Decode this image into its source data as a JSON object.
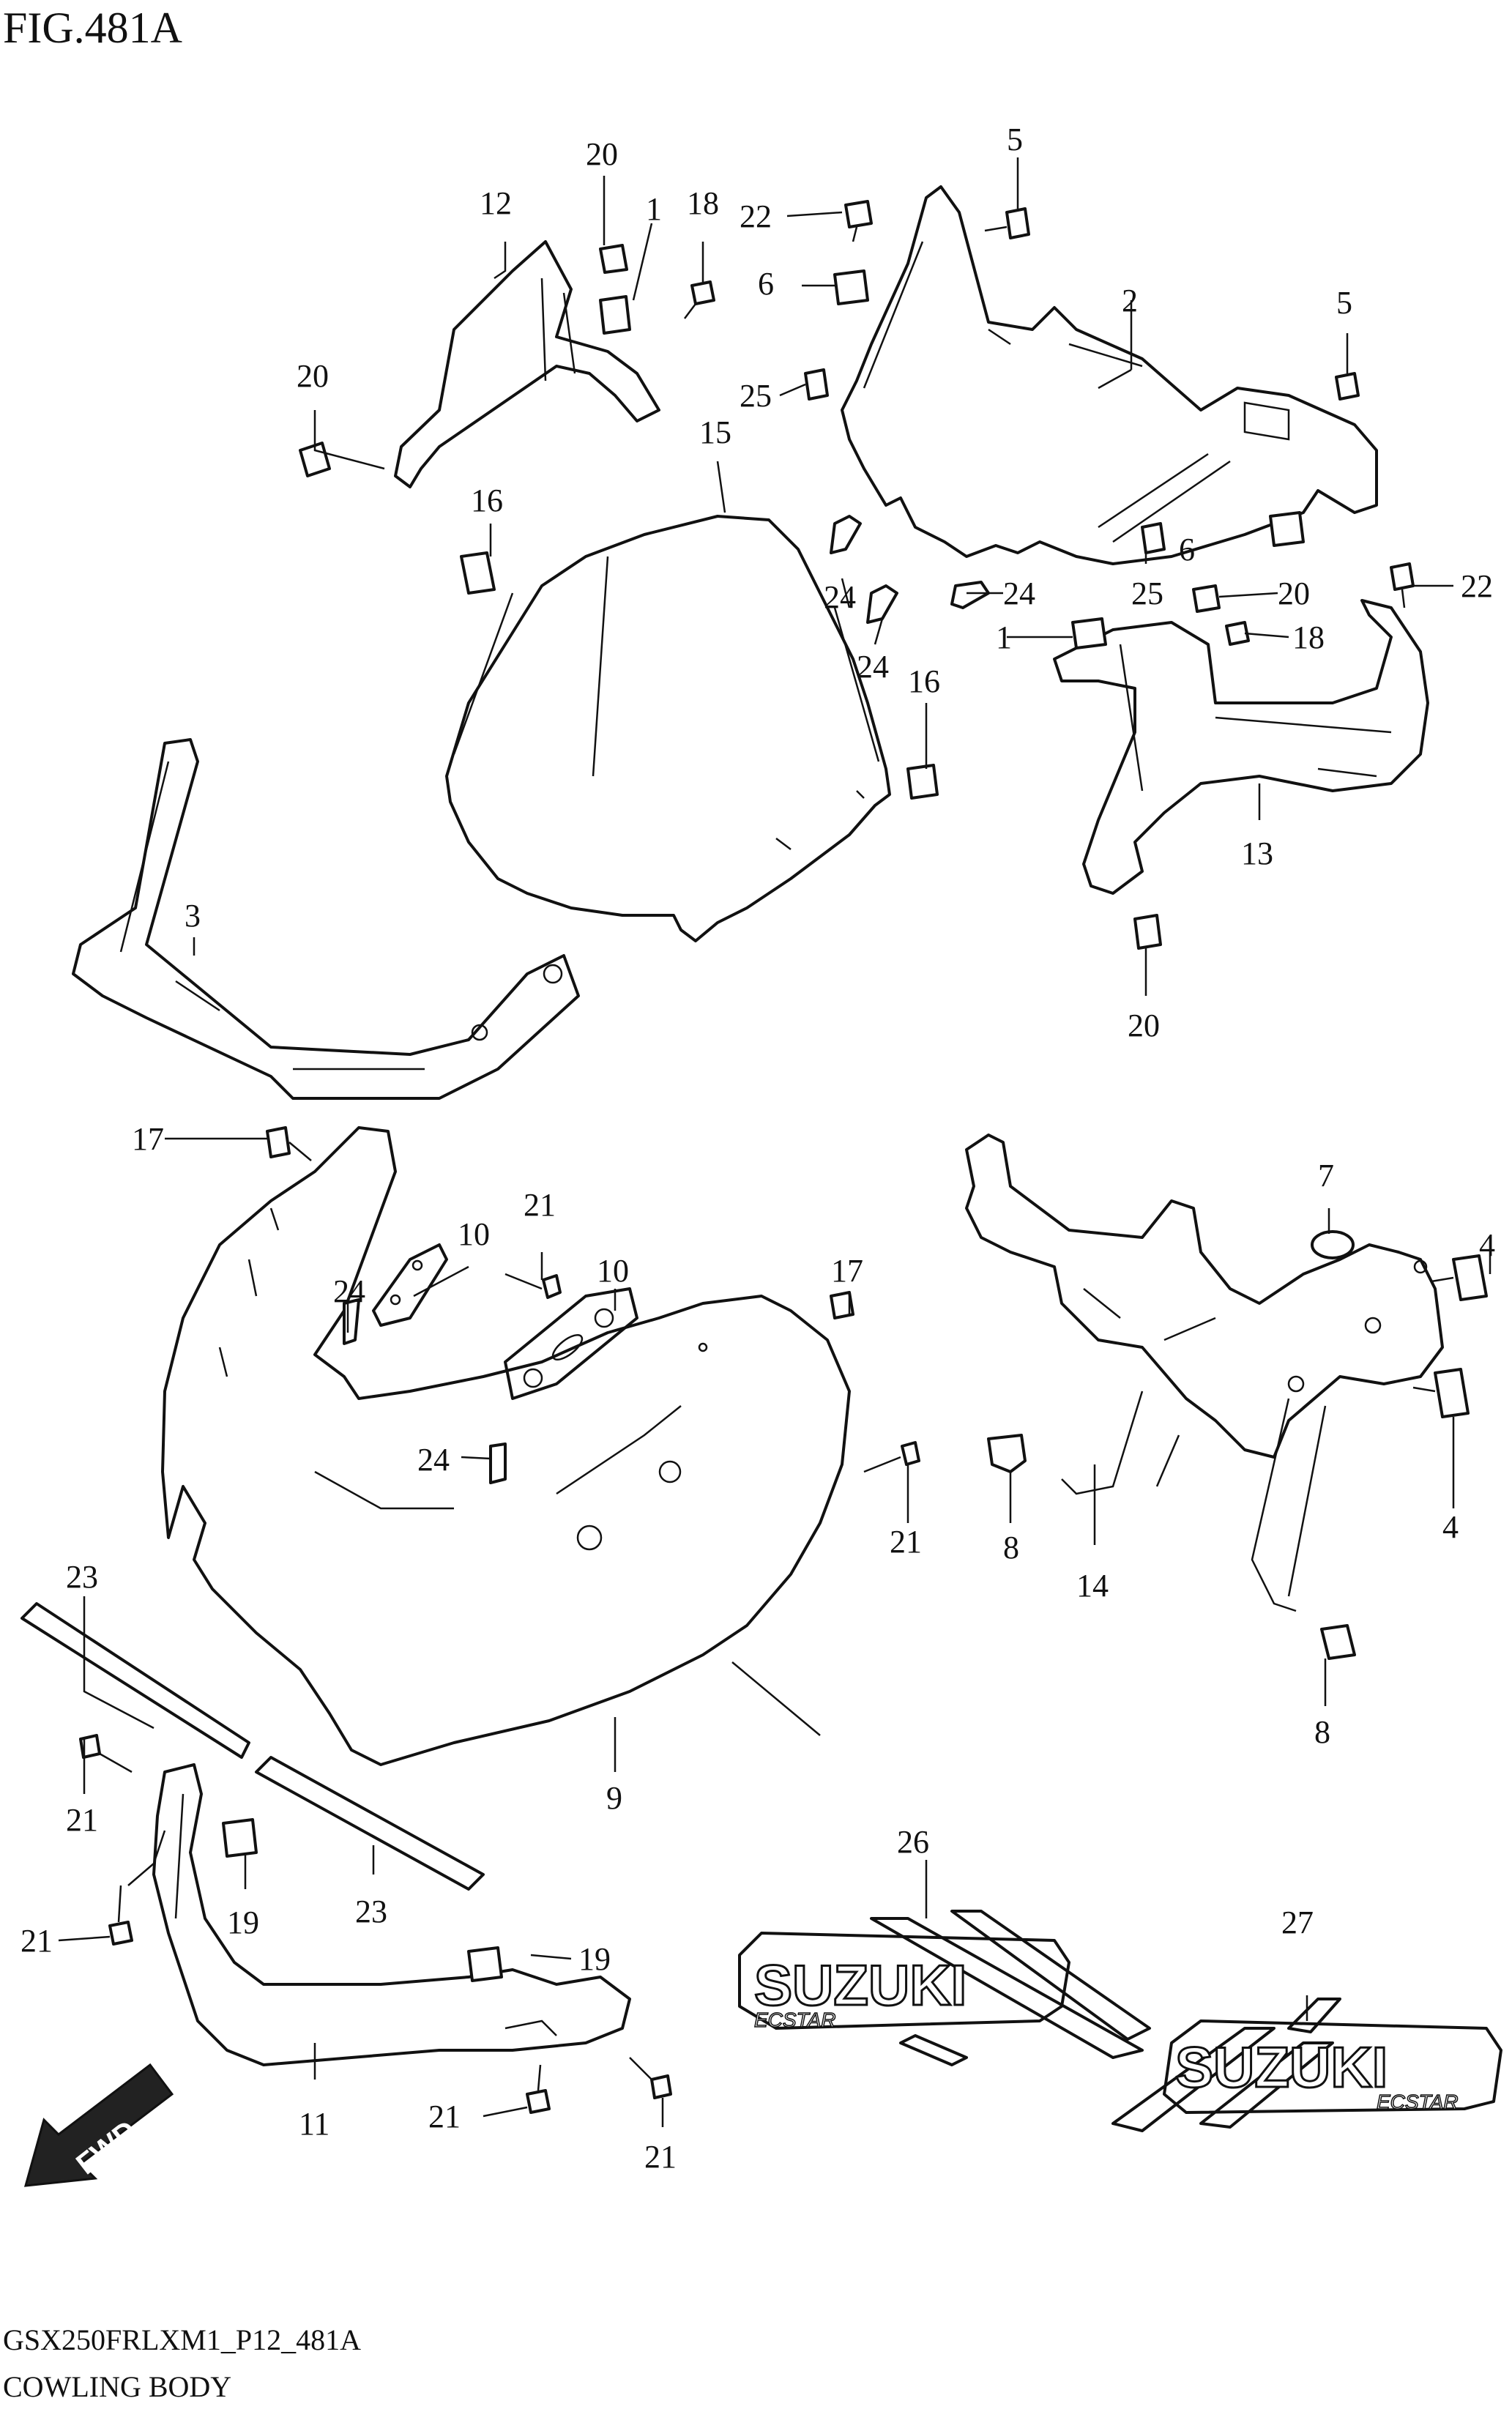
{
  "figure": {
    "title": "FIG.481A",
    "model_code": "GSX250FRLXM1_P12_481A",
    "section_name": "COWLING BODY"
  },
  "fwd_arrow": {
    "label": "FWD",
    "icon": "forward-direction-arrow-icon"
  },
  "decals": [
    {
      "ref": "26",
      "brand": "SUZUKI",
      "sub": "ECSTAR"
    },
    {
      "ref": "27",
      "brand": "SUZUKI",
      "sub": "ECSTAR"
    }
  ],
  "callouts": [
    "20",
    "12",
    "1",
    "18",
    "22",
    "5",
    "6",
    "2",
    "5",
    "20",
    "25",
    "15",
    "16",
    "24",
    "24",
    "25",
    "6",
    "20",
    "22",
    "1",
    "18",
    "24",
    "16",
    "13",
    "3",
    "20",
    "17",
    "21",
    "10",
    "10",
    "24",
    "7",
    "4",
    "17",
    "24",
    "21",
    "8",
    "14",
    "4",
    "23",
    "8",
    "9",
    "21",
    "23",
    "19",
    "21",
    "26",
    "27",
    "19",
    "11",
    "21",
    "21"
  ],
  "colors": {
    "ink": "#111111",
    "paper": "#ffffff"
  }
}
